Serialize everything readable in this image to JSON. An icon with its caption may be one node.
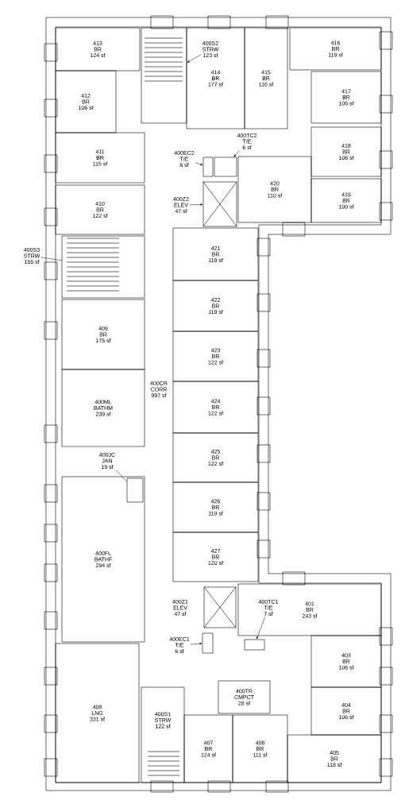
{
  "diagram": {
    "nodes": [
      {
        "text": [
          "413",
          "BR",
          "124 sf"
        ]
      },
      {
        "text": [],
        "shape": "box"
      },
      {
        "text": [
          "400S2",
          "STRW",
          "123 sf"
        ],
        "in": 3
      },
      {
        "text": [
          "414",
          "BR",
          "177 sf"
        ]
      },
      {
        "text": [
          "415",
          "BR",
          "116 sf"
        ]
      },
      {
        "text": [
          "416",
          "BR",
          "119 sf"
        ]
      },
      {
        "text": [
          "412",
          "BR",
          "106 sf"
        ]
      },
      {
        "text": [
          "417",
          "BR",
          "106 sf"
        ]
      },
      {
        "text": [
          "411",
          "BR",
          "115 sf"
        ]
      },
      {
        "text": [
          "400EC2",
          "T/E",
          "6 sf"
        ]
      },
      {
        "text": [
          "400TC2",
          "T/E",
          "6 sf"
        ]
      },
      {
        "text": [],
        "shape": "box"
      },
      {
        "text": [],
        "shape": "box"
      },
      {
        "text": [
          "418",
          "BR",
          "106 sf"
        ]
      },
      {
        "text": [
          "410",
          "BR",
          "122 sf"
        ]
      },
      {
        "text": [
          "400Z2",
          "ELEV",
          "47 sf"
        ]
      },
      {
        "text": [],
        "shape": "box"
      },
      {
        "text": [
          "420",
          "BR",
          "110 sf"
        ]
      },
      {
        "text": [
          "419",
          "BR",
          "100 sf"
        ]
      },
      {
        "text": [
          "400S3",
          "STRW",
          "155 sf"
        ]
      },
      {
        "text": [],
        "shape": "box"
      },
      {
        "text": [
          "421",
          "BR",
          "119 sf"
        ]
      },
      {
        "text": [
          "422",
          "BR",
          "119 sf"
        ]
      },
      {
        "text": [
          "409",
          "BR",
          "175 sf"
        ]
      },
      {
        "text": [
          "423",
          "BR",
          "122 sf"
        ]
      },
      {
        "text": [
          "400CR",
          "CORR",
          "997 sf"
        ]
      },
      {
        "text": [
          "424",
          "BR",
          "122 sf"
        ]
      },
      {
        "text": [
          "400ML",
          "BATHM",
          "239 sf"
        ]
      },
      {
        "text": [
          "425",
          "BR",
          "122 sf"
        ]
      },
      {
        "text": [
          "400JC",
          "JAN",
          "19 sf"
        ]
      },
      {
        "text": [],
        "shape": "box",
        "in": 32
      },
      {
        "text": [
          "426",
          "BR",
          "119 sf"
        ]
      },
      {
        "text": [
          "400FL",
          "BATHF",
          "294 sf"
        ]
      },
      {
        "text": [
          "427",
          "BR",
          "120 sf"
        ]
      },
      {
        "text": [
          "400Z1",
          "ELEV",
          "47 sf"
        ]
      },
      {
        "text": [
          "401",
          "BR",
          "243 sf"
        ]
      },
      {
        "text": [
          "400TC1",
          "T/E",
          "7 sf"
        ],
        "in": 35
      },
      {
        "text": [],
        "shape": "box"
      },
      {
        "text": [
          "400EC1",
          "T/E",
          "6 sf"
        ]
      },
      {
        "text": [],
        "shape": "box"
      },
      {
        "text": [
          "403",
          "BR",
          "106 sf"
        ]
      },
      {
        "text": [
          "408",
          "LNG",
          "331 sf"
        ]
      },
      {
        "text": [
          "400S1",
          "STRW",
          "122 sf"
        ]
      },
      {
        "text": [
          "400TR",
          "CMPCT",
          "28 sf"
        ]
      },
      {
        "text": [
          "404",
          "BR",
          "106 sf"
        ]
      },
      {
        "text": [
          "407",
          "BR",
          "124 sf"
        ]
      },
      {
        "text": [
          "406",
          "BR",
          "111 sf"
        ]
      },
      {
        "text": [
          "405",
          "BR",
          "118 sf"
        ]
      }
    ],
    "edges": [
      {
        "from": 2,
        "to": 1,
        "arrow": "to"
      },
      {
        "from": 9,
        "to": 11,
        "arrow": "to"
      },
      {
        "from": 10,
        "to": 12,
        "arrow": "to"
      },
      {
        "from": 15,
        "to": 16,
        "arrow": "to"
      },
      {
        "from": 19,
        "to": 20,
        "arrow": "none"
      },
      {
        "from": 29,
        "to": 30,
        "arrow": "none"
      },
      {
        "from": 36,
        "to": 37,
        "arrow": "to"
      },
      {
        "from": 38,
        "to": 39,
        "arrow": "to"
      }
    ]
  }
}
